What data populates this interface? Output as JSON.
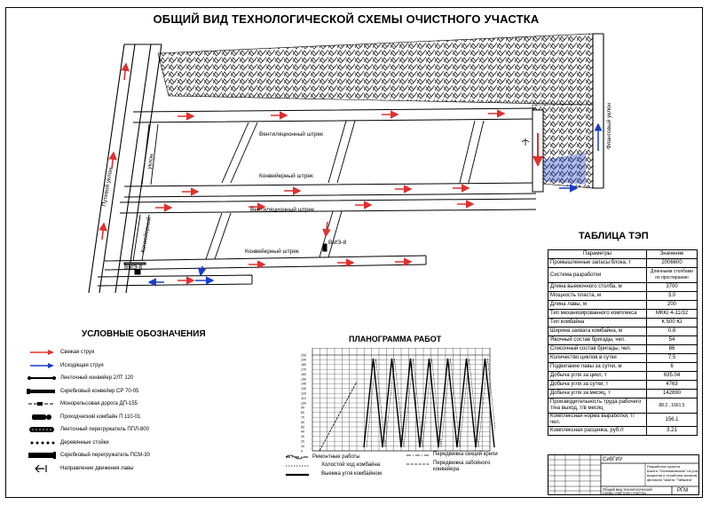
{
  "title": "ОБЩИЙ ВИД ТЕХНОЛОГИЧЕСКОЙ СХЕМЫ ОЧИСТНОГО УЧАСТКА",
  "scheme": {
    "labels": {
      "vent1": "Вентиляционный   штрек",
      "conv1": "Конвейерный штрек",
      "vent2": "Вентиляционный   штрек",
      "conv2": "Конвейерный штрек",
      "track_incline": "Путевой уклон",
      "incline": "уклон",
      "conv_incline": "Конвейерный",
      "flank_incline": "Фланговый уклон",
      "vme1": "ВМЭ-8",
      "vme2": "ВМЭ-8"
    },
    "colors": {
      "fresh": "#e03030",
      "exhaust": "#1a3cc8"
    }
  },
  "tep": {
    "title": "ТАБЛИЦА ТЭП",
    "header": {
      "param": "Параметры",
      "value": "Значение"
    },
    "rows": [
      {
        "param": "Промышленные запасы блока, т",
        "value": "2006600"
      },
      {
        "param": "Система разработки",
        "value": "Длинными столбами по простиранию"
      },
      {
        "param": "Длина выемочного столба, м",
        "value": "3700"
      },
      {
        "param": "Мощность пласта, м",
        "value": "3,0"
      },
      {
        "param": "Длина лавы, м",
        "value": "200"
      },
      {
        "param": "Тип механизированного комплекса",
        "value": "МКЮ 4-11/32"
      },
      {
        "param": "Тип комбайна",
        "value": "К 500 Ю"
      },
      {
        "param": "Ширина захвата комбайна, м",
        "value": "0.8"
      },
      {
        "param": "Явочный состав бригады, чел.",
        "value": "54"
      },
      {
        "param": "Списочный состав бригады, чел.",
        "value": "86"
      },
      {
        "param": "Количество циклов в сутки",
        "value": "7.5"
      },
      {
        "param": "Подвигание лавы за сутки, м",
        "value": "6"
      },
      {
        "param": "Добыча угля за цикл, т",
        "value": "635.04"
      },
      {
        "param": "Добыча угля  за сутки, т",
        "value": "4763"
      },
      {
        "param": "Добыча угля  за месяц, т",
        "value": "142890"
      },
      {
        "param": "Производительность труда рабочего т/на выход,   т/в месяц",
        "value": "88.2 , 1661.5"
      },
      {
        "param": "Комплексная норма выработки, т/чел.",
        "value": "156.1"
      },
      {
        "param": "Комплексная расценка, руб./т",
        "value": "3.21"
      }
    ]
  },
  "legend": {
    "title": "УСЛОВНЫЕ ОБОЗНАЧЕНИЯ",
    "items": [
      {
        "icon": "fresh-air-arrow",
        "label": "Свежая струя"
      },
      {
        "icon": "exhaust-air-arrow",
        "label": "Исходящая струя"
      },
      {
        "icon": "belt-conveyor-symbol",
        "label": "Ленточный конвейер 2ЛТ 120"
      },
      {
        "icon": "scraper-conveyor-symbol",
        "label": "Скребковый конвейер СР 70-05"
      },
      {
        "icon": "monorail-symbol",
        "label": "Монорельсовая дорога ДП-155"
      },
      {
        "icon": "roadheader-symbol",
        "label": "Проходческий комбайн П 110-01"
      },
      {
        "icon": "belt-reloader-symbol",
        "label": "Ленточный перегружатель ППЛ-800"
      },
      {
        "icon": "wooden-props-symbol",
        "label": "Деревянные стойки"
      },
      {
        "icon": "scraper-reloader-symbol",
        "label": "Скребковый перегружатель ПСМ-30"
      },
      {
        "icon": "face-direction-symbol",
        "label": "Направление движения лавы"
      }
    ]
  },
  "planogram": {
    "title": "ПЛАНОГРАММА РАБОТ",
    "y_ticks": [
      "200",
      "190",
      "180",
      "170",
      "160",
      "150",
      "140",
      "130",
      "120",
      "110",
      "100",
      "90",
      "80",
      "70",
      "60",
      "50",
      "40",
      "30",
      "20",
      "10",
      "0"
    ],
    "legend": {
      "repair": "Ремонтные работы",
      "idle": "Холостой ход комбайна",
      "cutting": "Выемка угля комбайном",
      "support_move": "Передвижка секций крепи",
      "conveyor_move": "Передвижка забойного",
      "conveyor_move2": "конвейера"
    }
  },
  "stamp": {
    "org": "СибГИУ",
    "desc1": "Разработка проекта",
    "desc2": "Шахта \"Осинниковская\" на уча...",
    "desc3": "вскрытия и отработки запасов",
    "desc4": "филиала \"Шахта \"Тайжина\"",
    "sheet_title1": "Общий вид технологической",
    "sheet_title2": "схемы очистного участка",
    "dept": "РГМ"
  }
}
